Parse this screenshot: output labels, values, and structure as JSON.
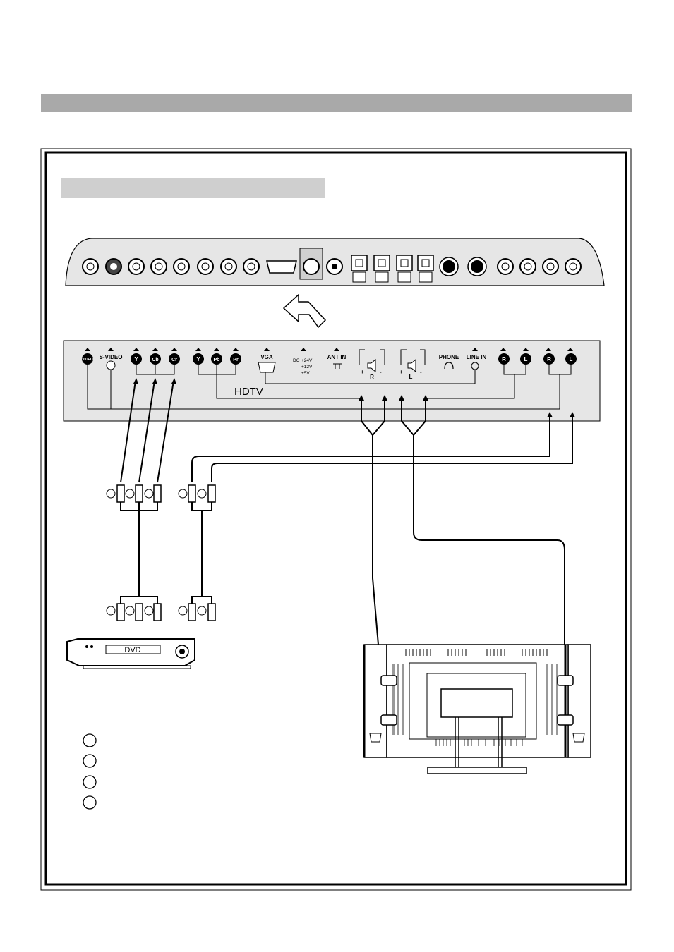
{
  "colors": {
    "header_bar": "#a9a9a9",
    "sub_bar": "#cfcfcf",
    "panel_fill": "#e6e6e6",
    "line": "#000000"
  },
  "panel_labels": {
    "video": "VIDEO",
    "svideo": "S-VIDEO",
    "y1": "Y",
    "cb": "Cb",
    "cr": "Cr",
    "y2": "Y",
    "pb": "Pb",
    "pr": "Pr",
    "vga": "VGA",
    "dc": "DC",
    "dc_v1": "+24V",
    "dc_v2": "+12V",
    "dc_v3": "+5V",
    "antin": "ANT IN",
    "spk_r": "R",
    "spk_l": "L",
    "plus": "+",
    "minus": "-",
    "phone": "PHONE",
    "linein": "LINE IN",
    "r1": "R",
    "l1": "L",
    "r2": "R",
    "l2": "L",
    "hdtv": "HDTV"
  },
  "dvd_label": "DVD"
}
